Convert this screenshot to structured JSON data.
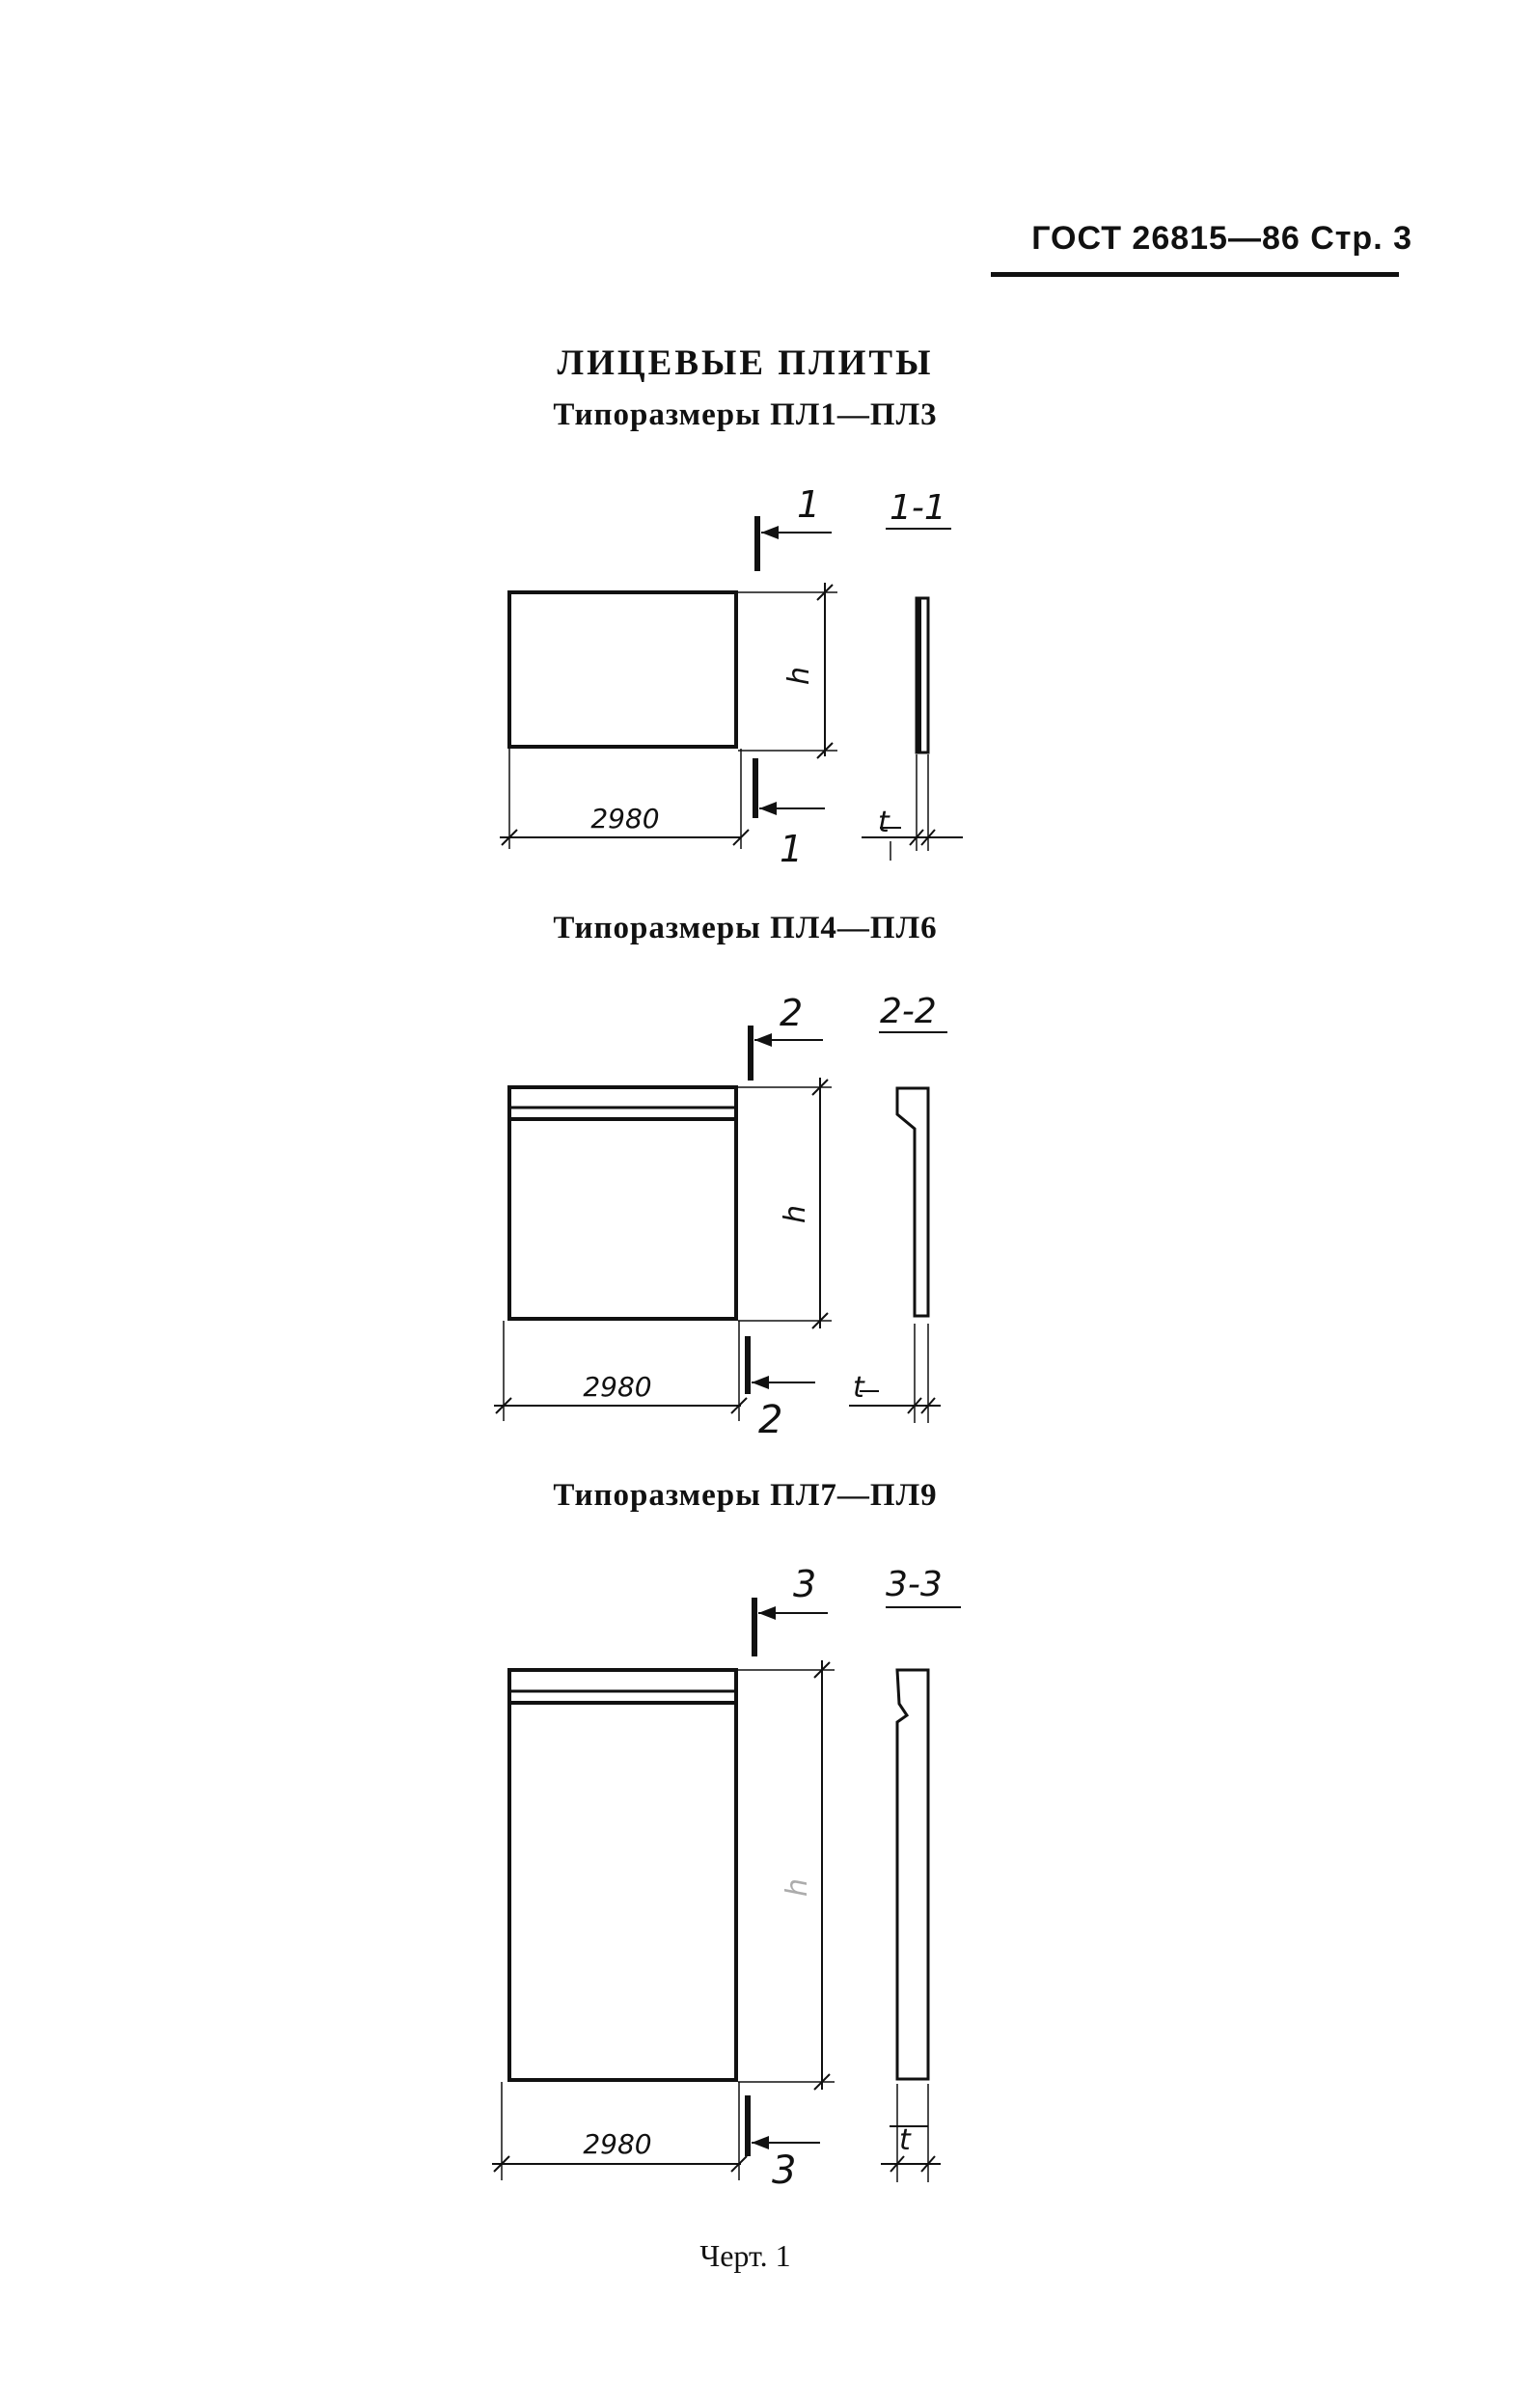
{
  "header": {
    "text": "ГОСТ 26815—86 Стр. 3"
  },
  "title": "ЛИЦЕВЫЕ ПЛИТЫ",
  "sections": [
    {
      "subtitle": "Типоразмеры ПЛ1—ПЛ3",
      "section_mark": "1",
      "section_label": "1-1",
      "width_dim": "2980",
      "height_dim": "h",
      "thickness_dim": "t"
    },
    {
      "subtitle": "Типоразмеры ПЛ4—ПЛ6",
      "section_mark": "2",
      "section_label": "2-2",
      "width_dim": "2980",
      "height_dim": "h",
      "thickness_dim": "t"
    },
    {
      "subtitle": "Типоразмеры ПЛ7—ПЛ9",
      "section_mark": "3",
      "section_label": "3-3",
      "width_dim": "2980",
      "height_dim": "h",
      "thickness_dim": "t"
    }
  ],
  "caption": "Черт. 1"
}
